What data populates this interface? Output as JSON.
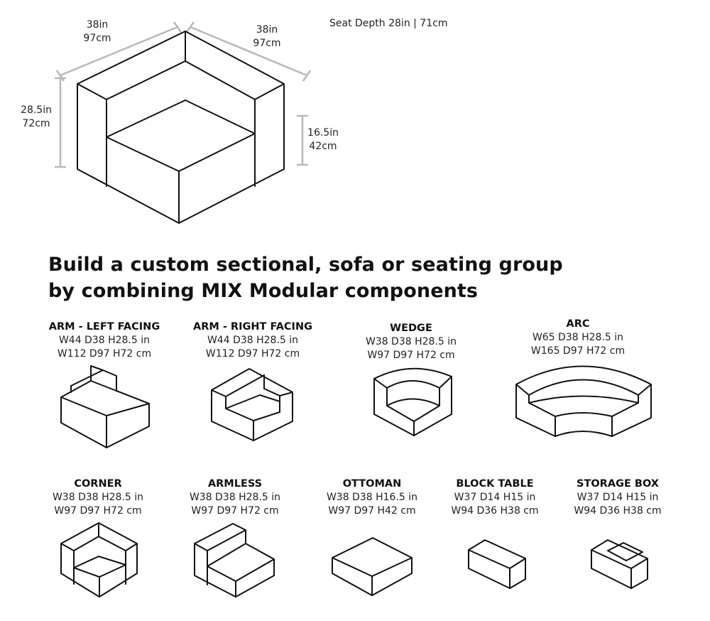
{
  "main_diagram": {
    "width_left": {
      "in": "38in",
      "cm": "97cm"
    },
    "width_right": {
      "in": "38in",
      "cm": "97cm"
    },
    "height": {
      "in": "28.5in",
      "cm": "72cm"
    },
    "seat_height": {
      "in": "16.5in",
      "cm": "42cm"
    },
    "seat_depth": "Seat Depth 28in | 71cm"
  },
  "headline": {
    "line1": "Build a custom sectional, sofa or seating group",
    "line2": "by combining MIX Modular components"
  },
  "components": [
    {
      "name": "ARM - LEFT FACING",
      "spec_in": "W44 D38 H28.5 in",
      "spec_cm": "W112 D97 H72 cm",
      "icon": "arm-left-facing-icon"
    },
    {
      "name": "ARM - RIGHT FACING",
      "spec_in": "W44 D38 H28.5 in",
      "spec_cm": "W112 D97 H72 cm",
      "icon": "arm-right-facing-icon"
    },
    {
      "name": "WEDGE",
      "spec_in": "W38 D38 H28.5 in",
      "spec_cm": "W97 D97 H72 cm",
      "icon": "wedge-icon"
    },
    {
      "name": "ARC",
      "spec_in": "W65 D38 H28.5 in",
      "spec_cm": "W165 D97 H72 cm",
      "icon": "arc-icon"
    },
    {
      "name": "CORNER",
      "spec_in": "W38 D38 H28.5 in",
      "spec_cm": "W97 D97 H72 cm",
      "icon": "corner-icon"
    },
    {
      "name": "ARMLESS",
      "spec_in": "W38 D38 H28.5 in",
      "spec_cm": "W97 D97 H72 cm",
      "icon": "armless-icon"
    },
    {
      "name": "OTTOMAN",
      "spec_in": "W38 D38 H16.5 in",
      "spec_cm": "W97 D97 H42 cm",
      "icon": "ottoman-icon"
    },
    {
      "name": "BLOCK TABLE",
      "spec_in": "W37 D14 H15 in",
      "spec_cm": "W94 D36 H38 cm",
      "icon": "block-table-icon"
    },
    {
      "name": "STORAGE BOX",
      "spec_in": "W37 D14 H15 in",
      "spec_cm": "W94 D36 H38 cm",
      "icon": "storage-box-icon"
    }
  ]
}
